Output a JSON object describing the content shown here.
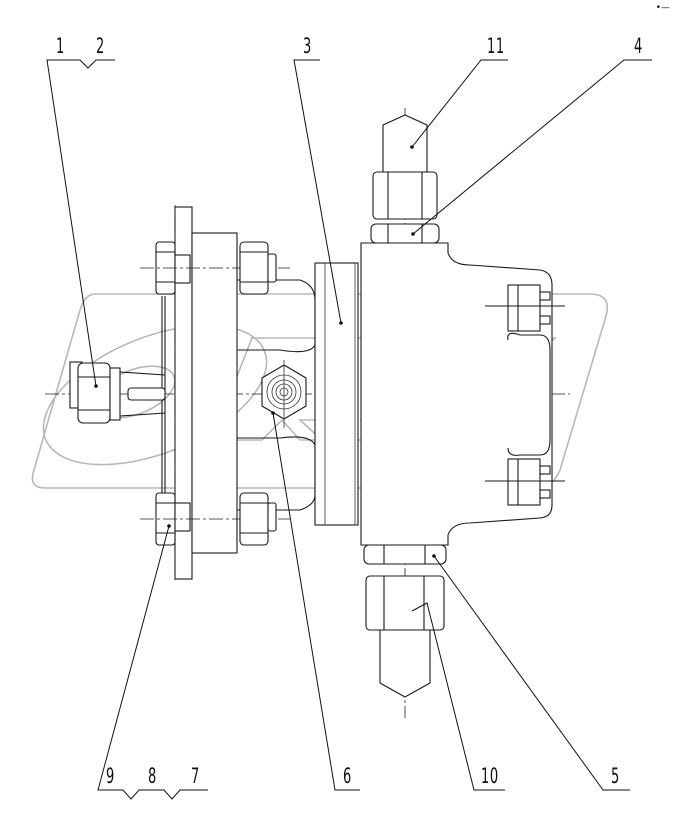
{
  "diagram": {
    "type": "exploded-parts-assembly",
    "subject": "hydraulic pump/valve assembly with fittings",
    "watermark_text": "REX",
    "corner_mark": "•—"
  },
  "callouts": {
    "c1": "1",
    "c2": "2",
    "c3": "3",
    "c4": "4",
    "c5": "5",
    "c6": "6",
    "c7": "7",
    "c8": "8",
    "c9": "9",
    "c10": "10",
    "c11": "11"
  },
  "callout_groups": [
    {
      "position": "top-left",
      "items": [
        "1",
        "2"
      ]
    },
    {
      "position": "top",
      "items": [
        "3"
      ]
    },
    {
      "position": "top-right",
      "items": [
        "11"
      ]
    },
    {
      "position": "top-right",
      "items": [
        "4"
      ]
    },
    {
      "position": "bottom-left",
      "items": [
        "9",
        "8",
        "7"
      ]
    },
    {
      "position": "bottom",
      "items": [
        "6"
      ]
    },
    {
      "position": "bottom-right",
      "items": [
        "10"
      ]
    },
    {
      "position": "bottom-right",
      "items": [
        "5"
      ]
    }
  ]
}
